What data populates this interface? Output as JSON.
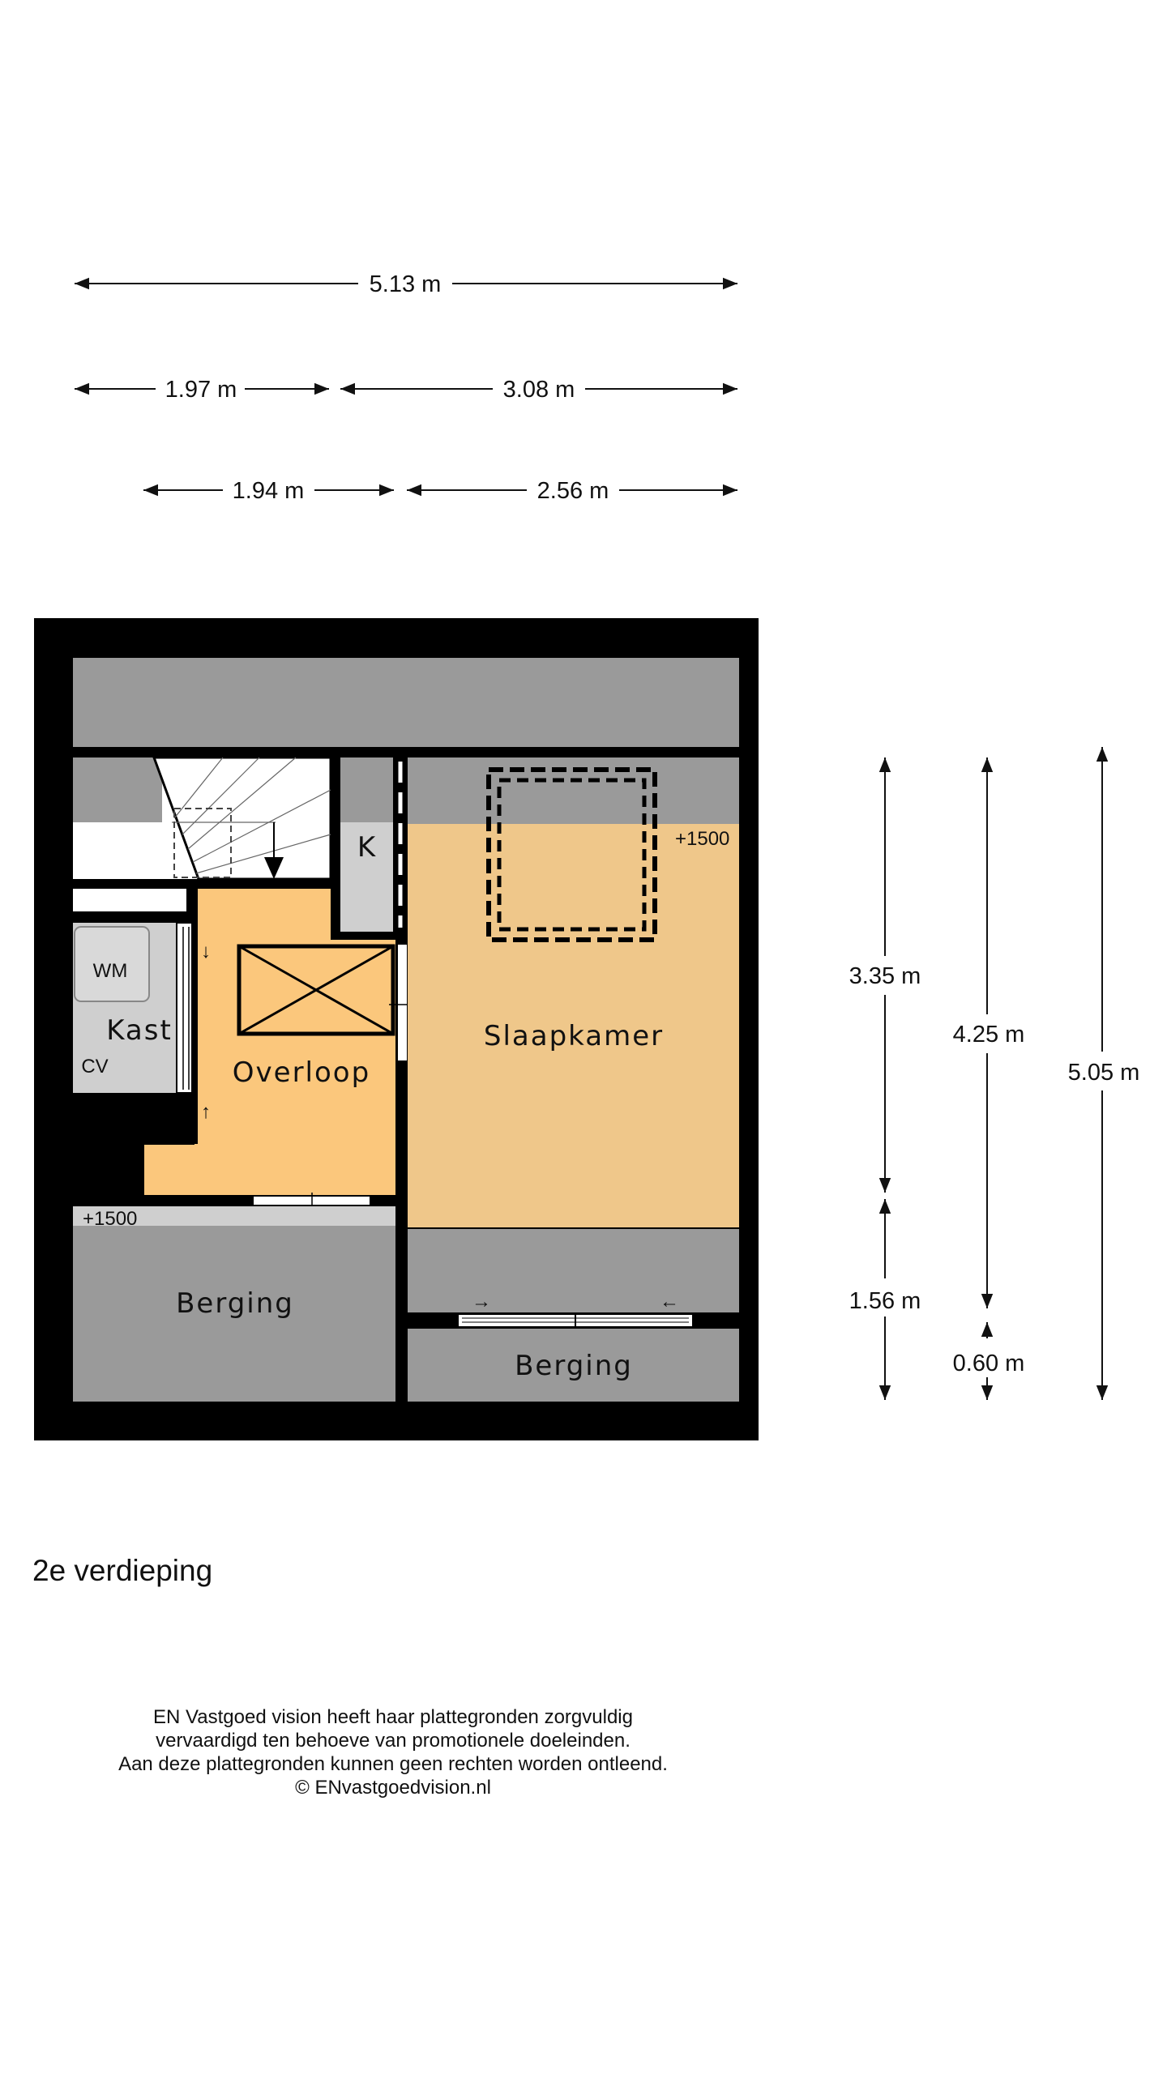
{
  "dimensions": {
    "top_overall": "5.13 m",
    "top_left": "1.97 m",
    "top_right": "3.08 m",
    "mid_left": "1.94 m",
    "mid_right": "2.56 m",
    "right_upper": "3.35 m",
    "right_lower": "1.56 m",
    "right_mid_upper": "4.25 m",
    "right_mid_lower": "0.60 m",
    "right_overall": "5.05 m"
  },
  "rooms": {
    "slaapkamer": "Slaapkamer",
    "overloop": "Overloop",
    "berging_left": "Berging",
    "berging_right": "Berging",
    "kast": "Kast",
    "wm": "WM",
    "cv": "CV",
    "k": "K"
  },
  "levels": {
    "slaapkamer_height": "+1500",
    "berging_height": "+1500"
  },
  "arrows": {
    "down": "↓",
    "up": "↑",
    "right": "→",
    "left": "←"
  },
  "floor_title": "2e verdieping",
  "disclaimer": [
    "EN Vastgoed vision heeft haar plattegronden zorgvuldig",
    "vervaardigd ten behoeve van promotionele doeleinden.",
    "Aan deze plattegronden kunnen geen rechten worden ontleend.",
    "© ENvastgoedvision.nl"
  ],
  "colors": {
    "wall": "#000000",
    "roof_zone": "#9a9a9a",
    "bedroom": "#efc78a",
    "landing": "#fbc77c",
    "closet": "#cfcfcf"
  }
}
